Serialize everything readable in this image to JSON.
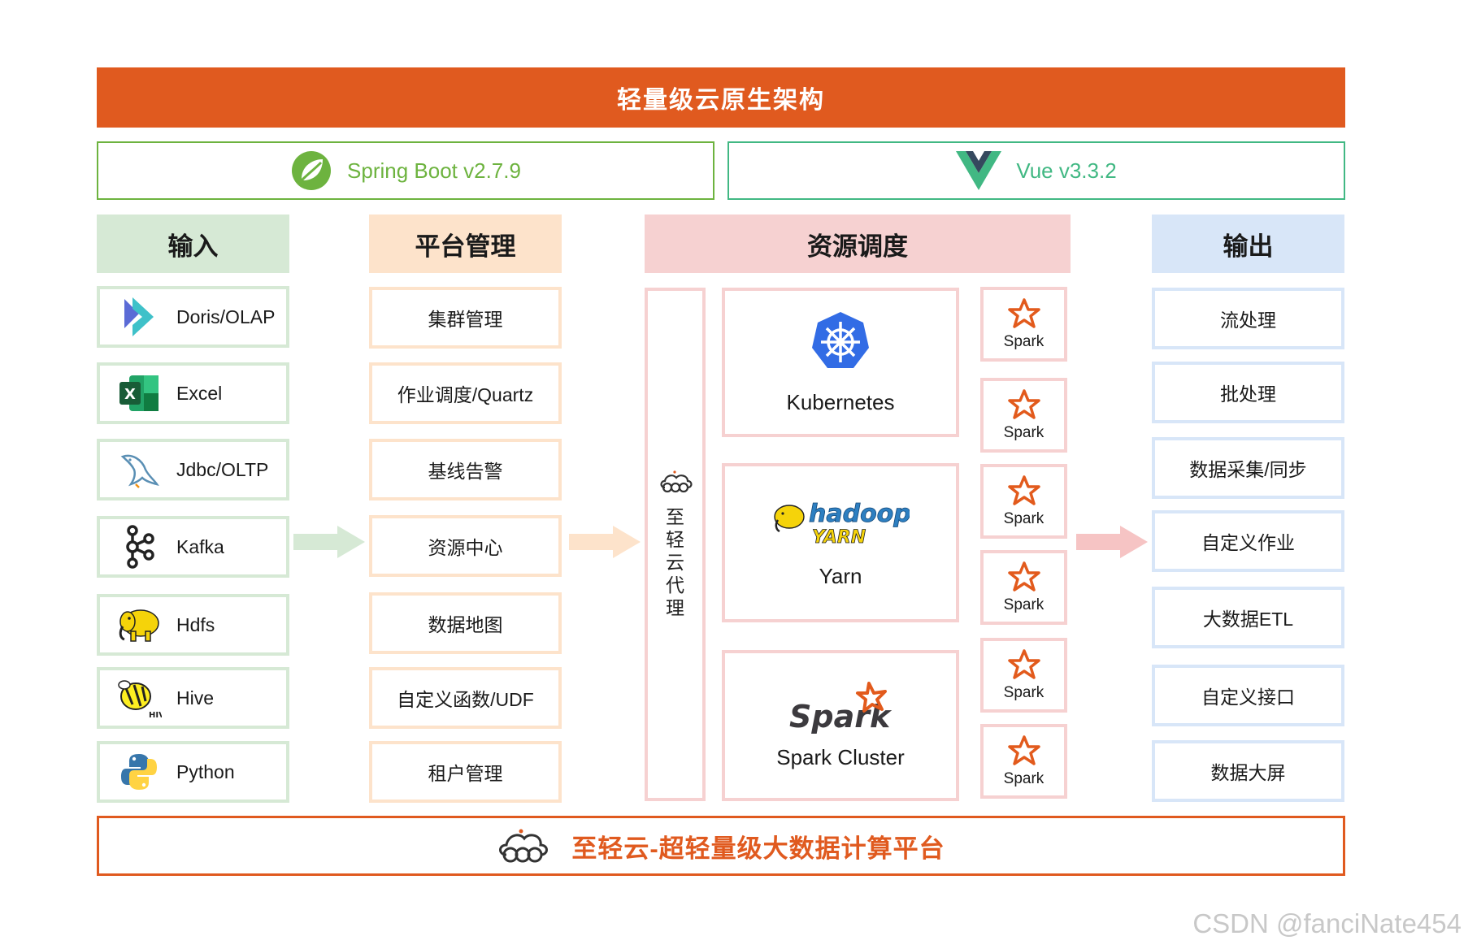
{
  "banner_title": "轻量级云原生架构",
  "tech": {
    "backend": "Spring Boot v2.7.9",
    "frontend": "Vue v3.3.2"
  },
  "columns": {
    "input": "输入",
    "platform": "平台管理",
    "resource": "资源调度",
    "output": "输出"
  },
  "inputs": [
    {
      "label": "Doris/OLAP",
      "icon": "doris-icon"
    },
    {
      "label": "Excel",
      "icon": "excel-icon"
    },
    {
      "label": "Jdbc/OLTP",
      "icon": "mysql-dolphin-icon"
    },
    {
      "label": "Kafka",
      "icon": "kafka-icon"
    },
    {
      "label": "Hdfs",
      "icon": "hadoop-elephant-icon"
    },
    {
      "label": "Hive",
      "icon": "hive-bee-icon"
    },
    {
      "label": "Python",
      "icon": "python-icon"
    }
  ],
  "platform_items": [
    "集群管理",
    "作业调度/Quartz",
    "基线告警",
    "资源中心",
    "数据地图",
    "自定义函数/UDF",
    "租户管理"
  ],
  "proxy_label": "至轻云代理",
  "resources": [
    {
      "label": "Kubernetes",
      "icon": "kubernetes-icon"
    },
    {
      "label": "Yarn",
      "icon": "hadoop-yarn-logo",
      "logo_text": "hadoop YARN"
    },
    {
      "label": "Spark Cluster",
      "icon": "spark-logo",
      "logo_text": "Spark"
    }
  ],
  "spark_nodes": [
    "Spark",
    "Spark",
    "Spark",
    "Spark",
    "Spark",
    "Spark"
  ],
  "outputs": [
    "流处理",
    "批处理",
    "数据采集/同步",
    "自定义作业",
    "大数据ETL",
    "自定义接口",
    "数据大屏"
  ],
  "footer_title": "至轻云-超轻量级大数据计算平台",
  "watermark": "CSDN @fanciNate454",
  "colors": {
    "accent": "#e05a1f",
    "spring": "#6db33f",
    "vue": "#41b883",
    "input": "#d6e9d5",
    "platform": "#fde3cb",
    "resource": "#f6d1d1",
    "output": "#d8e6f8"
  }
}
